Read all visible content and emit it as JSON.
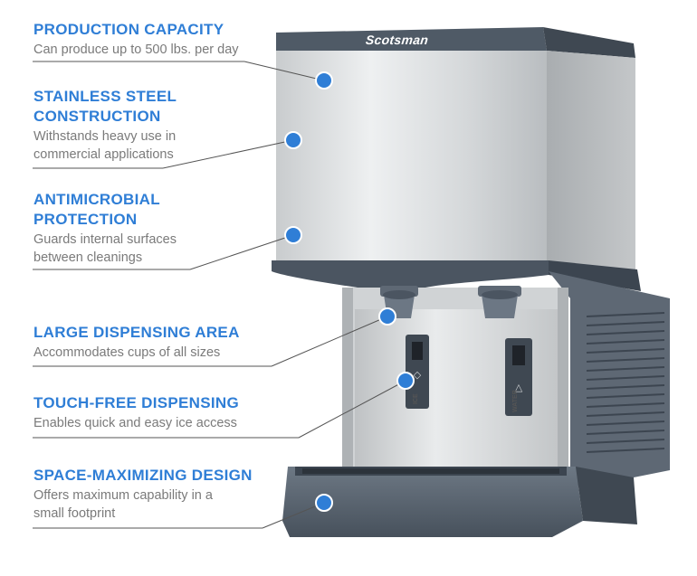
{
  "brand": "Scotsman",
  "features": [
    {
      "title": "PRODUCTION CAPACITY",
      "desc": "Can produce up to 500 lbs. per day"
    },
    {
      "title": "STAINLESS STEEL CONSTRUCTION",
      "desc": "Withstands heavy use in commercial applications"
    },
    {
      "title": "ANTIMICROBIAL PROTECTION",
      "desc": "Guards internal surfaces between cleanings"
    },
    {
      "title": "LARGE DISPENSING AREA",
      "desc": "Accommodates cups of all sizes"
    },
    {
      "title": "TOUCH-FREE DISPENSING",
      "desc": "Enables quick and easy ice access"
    },
    {
      "title": "SPACE-MAXIMIZING DESIGN",
      "desc": "Offers maximum capability in a small footprint"
    }
  ],
  "panel_labels": {
    "ice": "ICE",
    "water": "WATER"
  },
  "colors": {
    "accent": "#2f7ed6",
    "desc": "#7a7a7a",
    "trim": "#5a6573",
    "steel": "#d9dbdd"
  }
}
